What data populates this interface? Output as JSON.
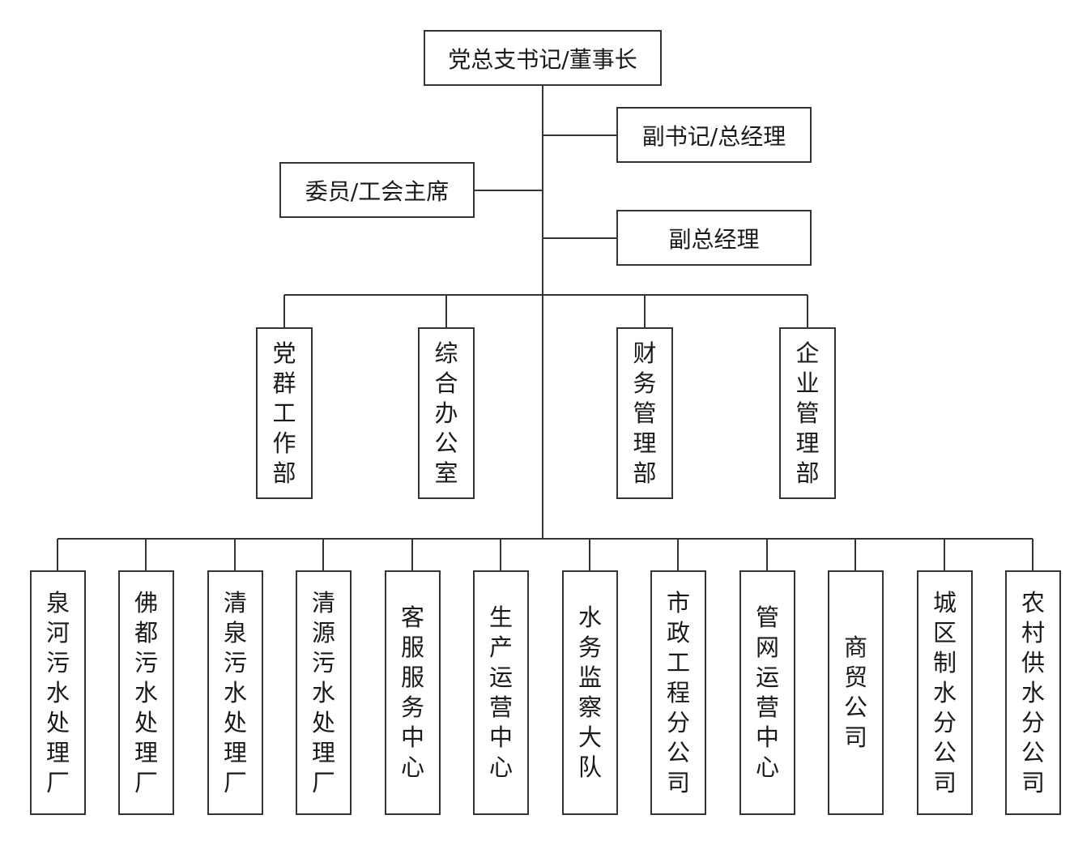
{
  "leadership": {
    "chairman": "党总支书记/董事长",
    "general_manager": "副书记/总经理",
    "union_chair": "委员/工会主席",
    "deputy_general_manager": "副总经理"
  },
  "departments": [
    "党群工作部",
    "综合办公室",
    "财务管理部",
    "企业管理部"
  ],
  "units": [
    "泉河污水处理厂",
    "佛都污水处理厂",
    "清泉污水处理厂",
    "清源污水处理厂",
    "客服服务中心",
    "生产运营中心",
    "水务监察大队",
    "市政工程分公司",
    "管网运营中心",
    "商贸公司",
    "城区制水分公司",
    "农村供水分公司"
  ]
}
